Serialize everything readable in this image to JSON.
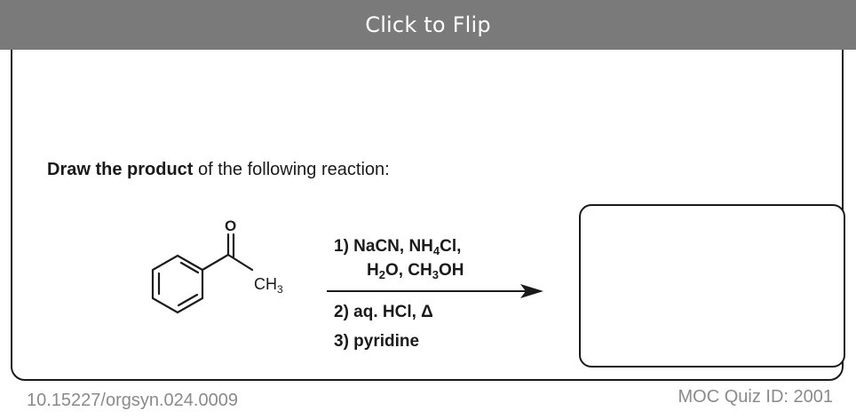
{
  "header": {
    "flip_label": "Click to Flip"
  },
  "question": {
    "bold": "Draw the product",
    "rest": " of the following reaction:"
  },
  "molecule": {
    "oxygen_label": "O",
    "methyl_label": "CH3"
  },
  "conditions": {
    "step1_a": "1) NaCN, NH4Cl,",
    "step1_b": "H2O, CH3OH",
    "step2": "2) aq. HCl, Δ",
    "step3": "3) pyridine"
  },
  "footer": {
    "doi": "10.15227/orgsyn.024.0009",
    "quiz_id": "MOC Quiz ID: 2001"
  }
}
